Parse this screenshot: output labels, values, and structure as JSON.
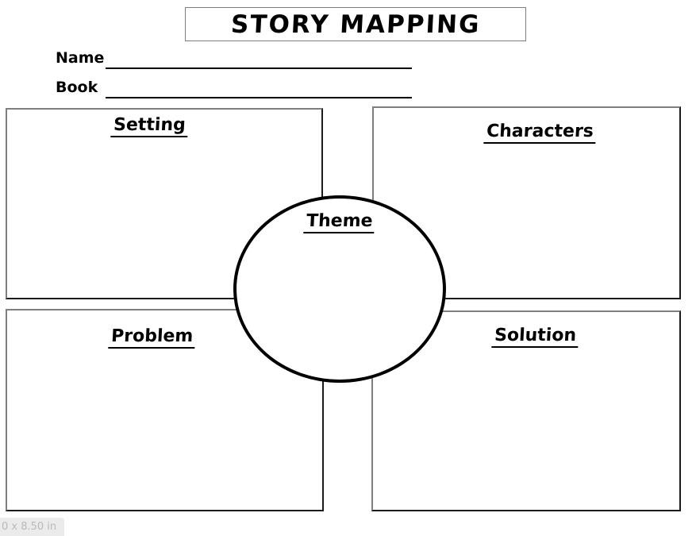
{
  "title": {
    "text": "STORY MAPPING"
  },
  "form": {
    "name": {
      "label": "Name",
      "value": ""
    },
    "book": {
      "label": "Book",
      "value": ""
    }
  },
  "sections": {
    "setting": {
      "label": "Setting",
      "content": ""
    },
    "characters": {
      "label": "Characters",
      "content": ""
    },
    "problem": {
      "label": "Problem",
      "content": ""
    },
    "solution": {
      "label": "Solution",
      "content": ""
    },
    "theme": {
      "label": "Theme",
      "content": ""
    }
  },
  "overlay": {
    "page_size_text": "0 x 8.50 in"
  },
  "colors": {
    "ink": "#000000",
    "border_gray": "#7f7f7f",
    "border_dark": "#1c1c1c",
    "badge_bg": "#ebebeb",
    "badge_text": "#b9b9b9"
  }
}
